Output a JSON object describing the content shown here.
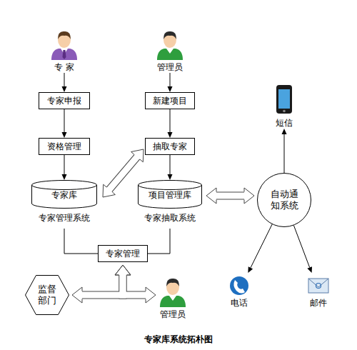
{
  "diagram": {
    "caption": "专家库系统拓朴图",
    "nodes": [
      {
        "text": [
          "专 家"
        ]
      },
      {
        "text": [
          "管理员"
        ]
      },
      {
        "text": [
          "短信"
        ]
      },
      {
        "text": [
          "专家申报"
        ]
      },
      {
        "text": [
          "新建项目"
        ]
      },
      {
        "text": [
          "资格管理"
        ]
      },
      {
        "text": [
          "抽取专家"
        ]
      },
      {
        "text": [
          "专家库",
          "专家管理系统"
        ]
      },
      {
        "text": [
          "项目管理库",
          "专家抽取系统"
        ]
      },
      {
        "text": [
          "自动通知系统"
        ]
      },
      {
        "text": [
          "专家管理"
        ]
      },
      {
        "text": [
          "监督部门"
        ]
      },
      {
        "text": [
          "管理员"
        ]
      },
      {
        "text": [
          "电话"
        ]
      },
      {
        "text": [
          "邮件"
        ]
      }
    ],
    "edges": [
      {
        "from": 0,
        "to": 3,
        "arrow": "to"
      },
      {
        "from": 3,
        "to": 5,
        "arrow": "to"
      },
      {
        "from": 5,
        "to": 7,
        "arrow": "to"
      },
      {
        "from": 1,
        "to": 4,
        "arrow": "to"
      },
      {
        "from": 4,
        "to": 6,
        "arrow": "to"
      },
      {
        "from": 6,
        "to": 8,
        "arrow": "to"
      },
      {
        "from": 7,
        "to": 6,
        "arrow": "both"
      },
      {
        "from": 8,
        "to": 9,
        "arrow": "both"
      },
      {
        "from": 7,
        "to": 10,
        "arrow": "none"
      },
      {
        "from": 8,
        "to": 10,
        "arrow": "none"
      },
      {
        "from": 9,
        "to": 2,
        "arrow": "to"
      },
      {
        "from": 9,
        "to": 13,
        "arrow": "to"
      },
      {
        "from": 9,
        "to": 14,
        "arrow": "to"
      },
      {
        "from": 10,
        "to": 11,
        "arrow": "both"
      },
      {
        "from": 10,
        "to": 12,
        "arrow": "both"
      }
    ]
  }
}
